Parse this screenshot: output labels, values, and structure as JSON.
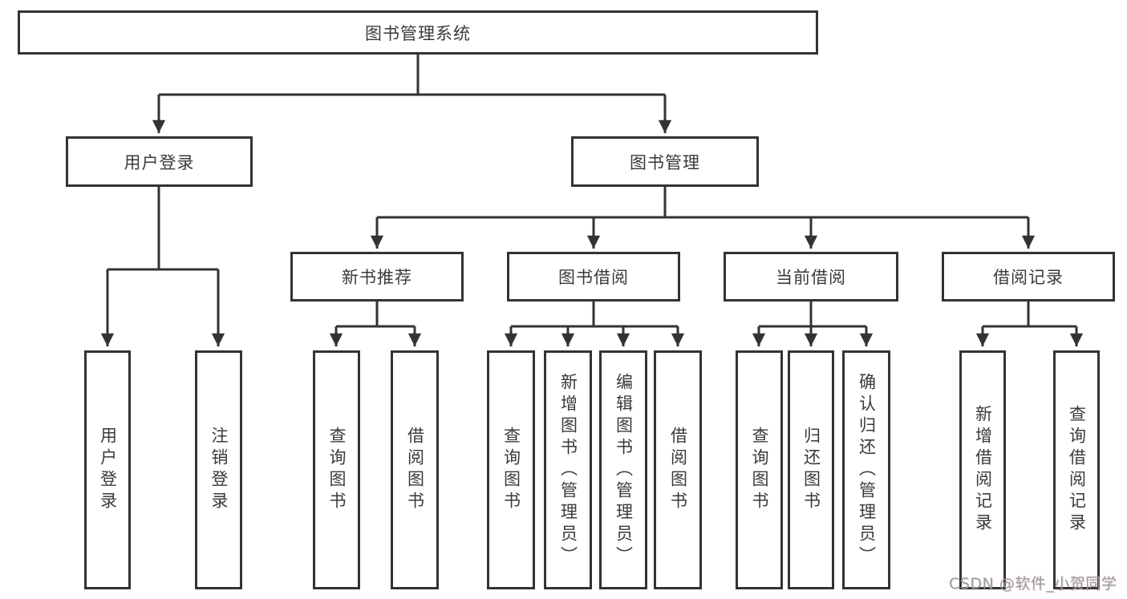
{
  "diagram": {
    "root": {
      "label": "图书管理系统"
    },
    "level2": [
      {
        "label": "用户登录"
      },
      {
        "label": "图书管理"
      }
    ],
    "level3": [
      {
        "label": "新书推荐"
      },
      {
        "label": "图书借阅"
      },
      {
        "label": "当前借阅"
      },
      {
        "label": "借阅记录"
      }
    ],
    "leaves": {
      "user_login": [
        "用户登录",
        "注销登录"
      ],
      "new_book": [
        "查询图书",
        "借阅图书"
      ],
      "book_borrow": [
        "查询图书",
        "新增图书（管理员）",
        "编辑图书（管理员）",
        "借阅图书"
      ],
      "current_borrow": [
        "查询图书",
        "归还图书",
        "确认归还（管理员）"
      ],
      "borrow_record": [
        "新增借阅记录",
        "查询借阅记录"
      ]
    }
  },
  "watermark": {
    "text": "CSDN @软件_小贺同学"
  },
  "colors": {
    "line": "#333333",
    "text": "#3a3a3a",
    "watermark": "#9b9b9b",
    "background": "#ffffff"
  }
}
